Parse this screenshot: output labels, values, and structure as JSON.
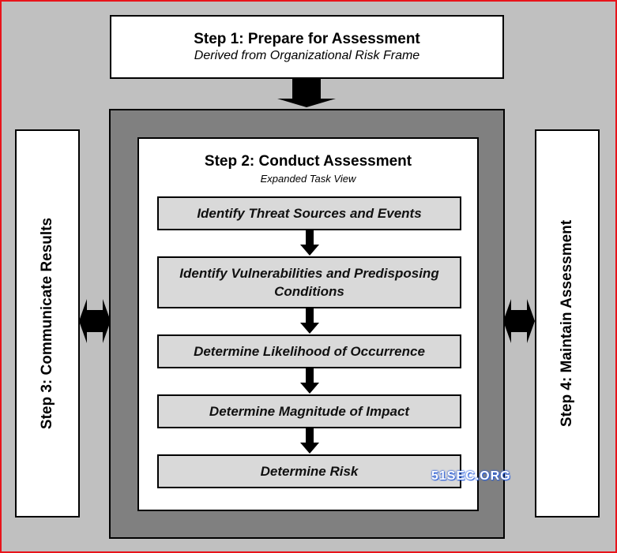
{
  "step1": {
    "title": "Step 1: Prepare for Assessment",
    "subtitle": "Derived from Organizational Risk Frame"
  },
  "step2": {
    "title": "Step 2: Conduct Assessment",
    "subtitle": "Expanded Task View",
    "tasks": [
      {
        "label": "Identify Threat Sources and Events"
      },
      {
        "label": "Identify Vulnerabilities and Predisposing Conditions"
      },
      {
        "label": "Determine Likelihood of Occurrence"
      },
      {
        "label": "Determine Magnitude of Impact"
      },
      {
        "label": "Determine Risk"
      }
    ]
  },
  "step3": {
    "title": "Step 3: Communicate Results"
  },
  "step4": {
    "title": "Step 4: Maintain Assessment"
  },
  "watermark": "51SEC.ORG",
  "colors": {
    "background": "#c0c0c0",
    "frame_border": "#e8141b",
    "dark_frame": "#808080",
    "task_fill": "#d9d9d9",
    "watermark": "#2b5fd9"
  }
}
